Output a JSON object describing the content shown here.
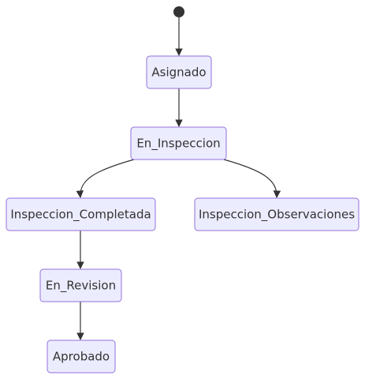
{
  "diagram": {
    "type": "state-diagram",
    "states": [
      {
        "id": "asignado",
        "label": "Asignado"
      },
      {
        "id": "en_inspeccion",
        "label": "En_Inspeccion"
      },
      {
        "id": "inspeccion_completada",
        "label": "Inspeccion_Completada"
      },
      {
        "id": "inspeccion_observaciones",
        "label": "Inspeccion_Observaciones"
      },
      {
        "id": "en_revision",
        "label": "En_Revision"
      },
      {
        "id": "aprobado",
        "label": "Aprobado"
      }
    ],
    "transitions": [
      {
        "from": "start",
        "to": "asignado"
      },
      {
        "from": "asignado",
        "to": "en_inspeccion"
      },
      {
        "from": "en_inspeccion",
        "to": "inspeccion_completada"
      },
      {
        "from": "en_inspeccion",
        "to": "inspeccion_observaciones"
      },
      {
        "from": "inspeccion_completada",
        "to": "en_revision"
      },
      {
        "from": "en_revision",
        "to": "aprobado"
      }
    ]
  }
}
